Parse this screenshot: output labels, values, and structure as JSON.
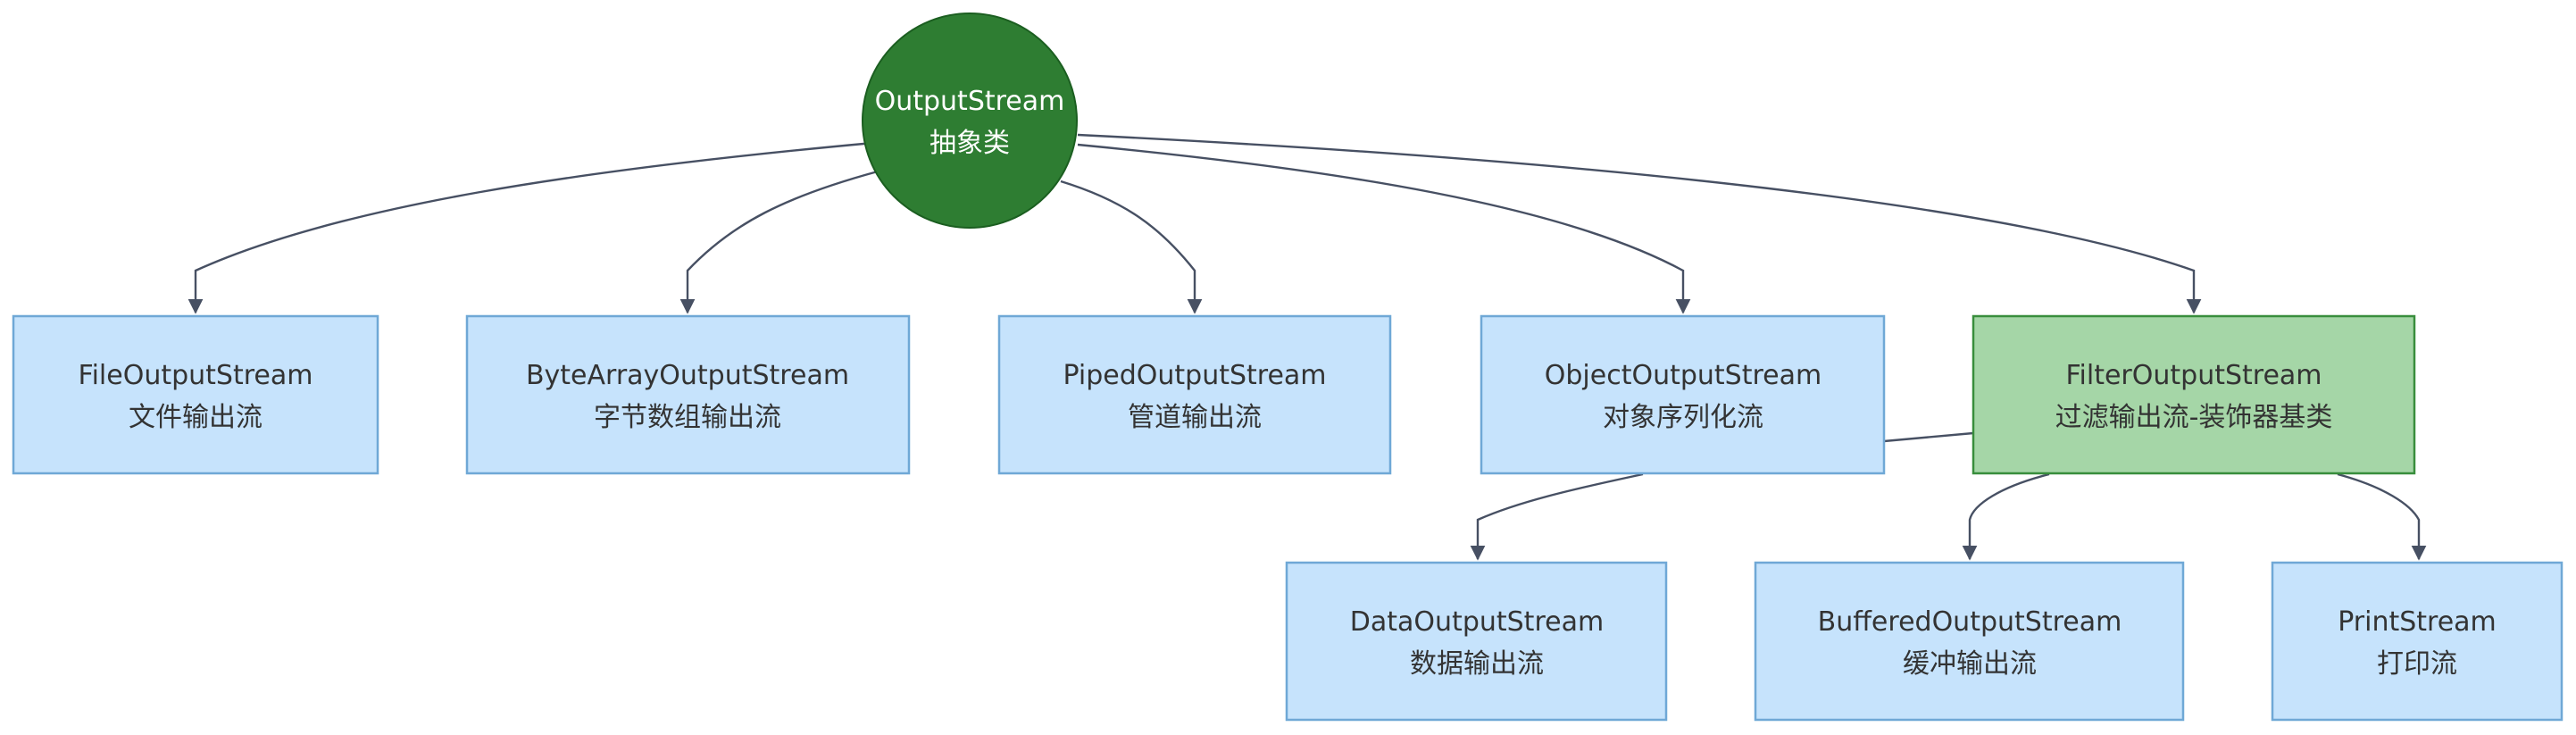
{
  "diagram": {
    "type": "class-hierarchy",
    "root": {
      "id": "outputstream",
      "title": "OutputStream",
      "subtitle": "抽象类",
      "color": "#2e7d32"
    },
    "nodes": [
      {
        "id": "file",
        "title": "FileOutputStream",
        "subtitle": "文件输出流",
        "style": "default"
      },
      {
        "id": "bytearray",
        "title": "ByteArrayOutputStream",
        "subtitle": "字节数组输出流",
        "style": "default"
      },
      {
        "id": "piped",
        "title": "PipedOutputStream",
        "subtitle": "管道输出流",
        "style": "default"
      },
      {
        "id": "object",
        "title": "ObjectOutputStream",
        "subtitle": "对象序列化流",
        "style": "default"
      },
      {
        "id": "filter",
        "title": "FilterOutputStream",
        "subtitle": "过滤输出流-装饰器基类",
        "style": "highlight"
      },
      {
        "id": "data",
        "title": "DataOutputStream",
        "subtitle": "数据输出流",
        "style": "default"
      },
      {
        "id": "buffered",
        "title": "BufferedOutputStream",
        "subtitle": "缓冲输出流",
        "style": "default"
      },
      {
        "id": "print",
        "title": "PrintStream",
        "subtitle": "打印流",
        "style": "default"
      }
    ],
    "edges": [
      {
        "from": "outputstream",
        "to": "file",
        "arrow": true
      },
      {
        "from": "outputstream",
        "to": "bytearray",
        "arrow": true
      },
      {
        "from": "outputstream",
        "to": "piped",
        "arrow": true
      },
      {
        "from": "outputstream",
        "to": "object",
        "arrow": true
      },
      {
        "from": "outputstream",
        "to": "filter",
        "arrow": true
      },
      {
        "from": "object",
        "to": "data",
        "arrow": true
      },
      {
        "from": "filter",
        "to": "buffered",
        "arrow": true
      },
      {
        "from": "filter",
        "to": "print",
        "arrow": true
      },
      {
        "from": "object",
        "to": "filter",
        "arrow": false
      }
    ],
    "colors": {
      "node_fill": "#c6e3fc",
      "node_border": "#6fa8d6",
      "highlight_fill": "#a5d6a7",
      "highlight_border": "#388e3c",
      "root_fill": "#2e7d32",
      "edge": "#475063",
      "text": "#333333",
      "root_text": "#ffffff"
    }
  }
}
